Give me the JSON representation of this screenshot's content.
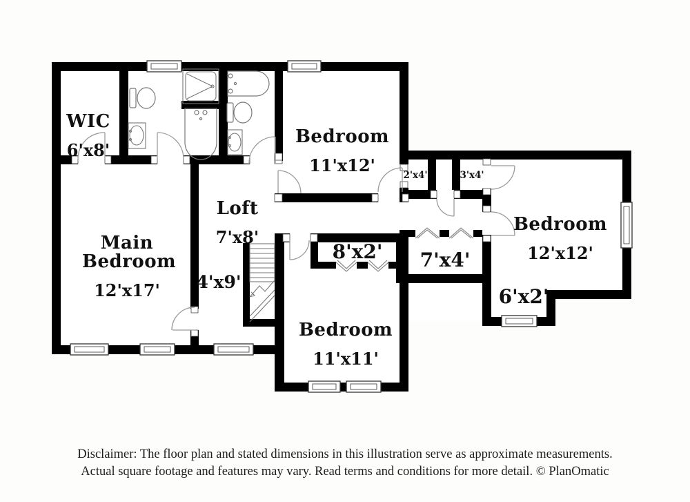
{
  "plan": {
    "rooms": [
      {
        "name": "WIC",
        "dims": "6'x8'"
      },
      {
        "name": "Bedroom",
        "dims": "11'x12'"
      },
      {
        "name": "Loft",
        "dims": "7'x8'"
      },
      {
        "name": "Main Bedroom",
        "dims": "12'x17'"
      },
      {
        "name": "Bedroom",
        "dims": "11'x11'"
      },
      {
        "name": "Bedroom",
        "dims": "12'x12'"
      }
    ],
    "areas": [
      {
        "dims": "2'x4'"
      },
      {
        "dims": "3'x4'"
      },
      {
        "dims": "4'x9'"
      },
      {
        "dims": "8'x2'"
      },
      {
        "dims": "7'x4'"
      },
      {
        "dims": "6'x2'"
      }
    ],
    "symbols": {
      "toilet": "toilet-icon",
      "sink": "sink-icon",
      "shower": "shower-icon",
      "bathtub": "bathtub-icon",
      "stairs": "stairs-icon",
      "window": "window-icon",
      "door": "door-arc-icon",
      "bifold_door": "bifold-door-icon"
    },
    "colors": {
      "wall": "#000000",
      "floor": "#ffffff",
      "background": "#fdfdfc",
      "text": "#111111"
    }
  },
  "footer": {
    "line1": "Disclaimer: The floor plan and stated dimensions in this illustration serve as approximate measurements.",
    "line2": "Actual square footage and features may vary. Read terms and conditions for more detail. © PlanOmatic"
  }
}
